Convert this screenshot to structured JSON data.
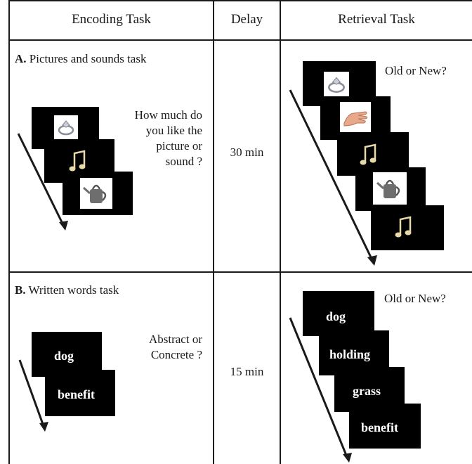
{
  "headers": {
    "encoding": "Encoding Task",
    "delay": "Delay",
    "retrieval": "Retrieval Task"
  },
  "section_a": {
    "letter": "A.",
    "title": "Pictures and sounds task",
    "prompt_lines": [
      "How much do",
      "you like the",
      "picture or",
      "sound ?"
    ],
    "delay": "30 min",
    "retrieval_prompt": "Old or New?",
    "encoding_items": [
      "ring-picture",
      "music-note-sound",
      "watering-can-picture"
    ],
    "retrieval_items": [
      "ring-picture",
      "hand-picture",
      "music-note-sound",
      "watering-can-picture",
      "music-note-sound"
    ]
  },
  "section_b": {
    "letter": "B.",
    "title": "Written words task",
    "prompt_lines": [
      "Abstract or",
      "Concrete ?"
    ],
    "delay": "15 min",
    "retrieval_prompt": "Old or New?",
    "encoding_words": [
      "dog",
      "benefit"
    ],
    "retrieval_words": [
      "dog",
      "holding",
      "grass",
      "benefit"
    ]
  },
  "colors": {
    "card": "#000000",
    "line": "#1a1a1a",
    "note": "#e8d9a8"
  }
}
